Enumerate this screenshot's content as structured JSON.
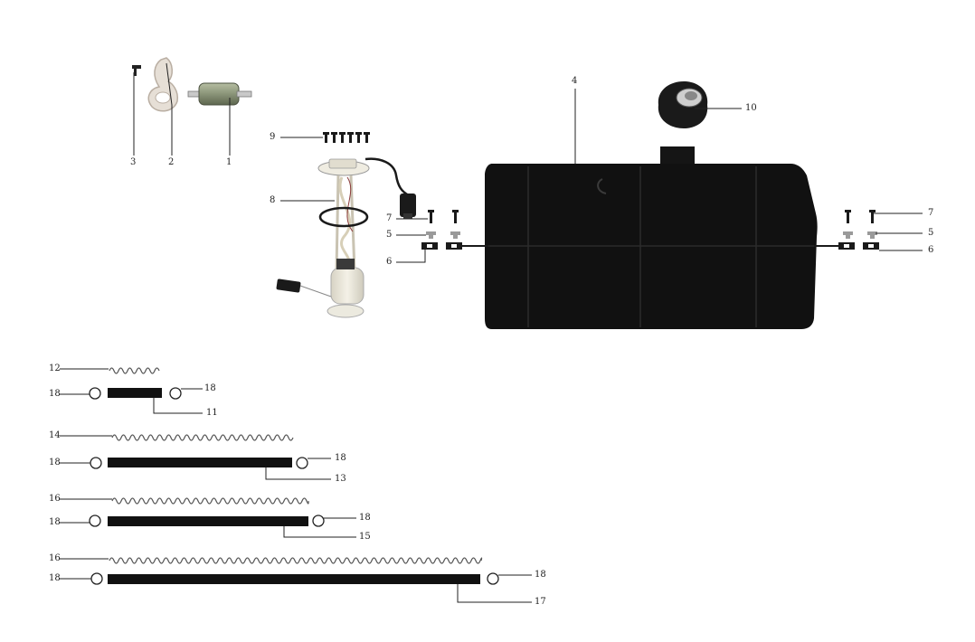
{
  "diagram": {
    "callouts": [
      {
        "id": "c1",
        "text": "1"
      },
      {
        "id": "c2",
        "text": "2"
      },
      {
        "id": "c3",
        "text": "3"
      },
      {
        "id": "c4",
        "text": "4"
      },
      {
        "id": "c10",
        "text": "10"
      },
      {
        "id": "c9",
        "text": "9"
      },
      {
        "id": "c8",
        "text": "8"
      },
      {
        "id": "c7a",
        "text": "7"
      },
      {
        "id": "c5a",
        "text": "5"
      },
      {
        "id": "c6a",
        "text": "6"
      },
      {
        "id": "c7b",
        "text": "7"
      },
      {
        "id": "c5b",
        "text": "5"
      },
      {
        "id": "c6b",
        "text": "6"
      },
      {
        "id": "c12",
        "text": "12"
      },
      {
        "id": "c18a",
        "text": "18"
      },
      {
        "id": "c18b",
        "text": "18"
      },
      {
        "id": "c11",
        "text": "11"
      },
      {
        "id": "c14",
        "text": "14"
      },
      {
        "id": "c18c",
        "text": "18"
      },
      {
        "id": "c18d",
        "text": "18"
      },
      {
        "id": "c13",
        "text": "13"
      },
      {
        "id": "c16a",
        "text": "16"
      },
      {
        "id": "c18e",
        "text": "18"
      },
      {
        "id": "c18f",
        "text": "18"
      },
      {
        "id": "c15",
        "text": "15"
      },
      {
        "id": "c16b",
        "text": "16"
      },
      {
        "id": "c18g",
        "text": "18"
      },
      {
        "id": "c18h",
        "text": "18"
      },
      {
        "id": "c17",
        "text": "17"
      }
    ]
  },
  "colors": {
    "tank": "#111111",
    "hose": "#111111",
    "leader": "#222222",
    "spring": "#555555",
    "filter": "#8a9478",
    "clip": "#d8d2c8",
    "pump_body": "#e8e4d6"
  }
}
